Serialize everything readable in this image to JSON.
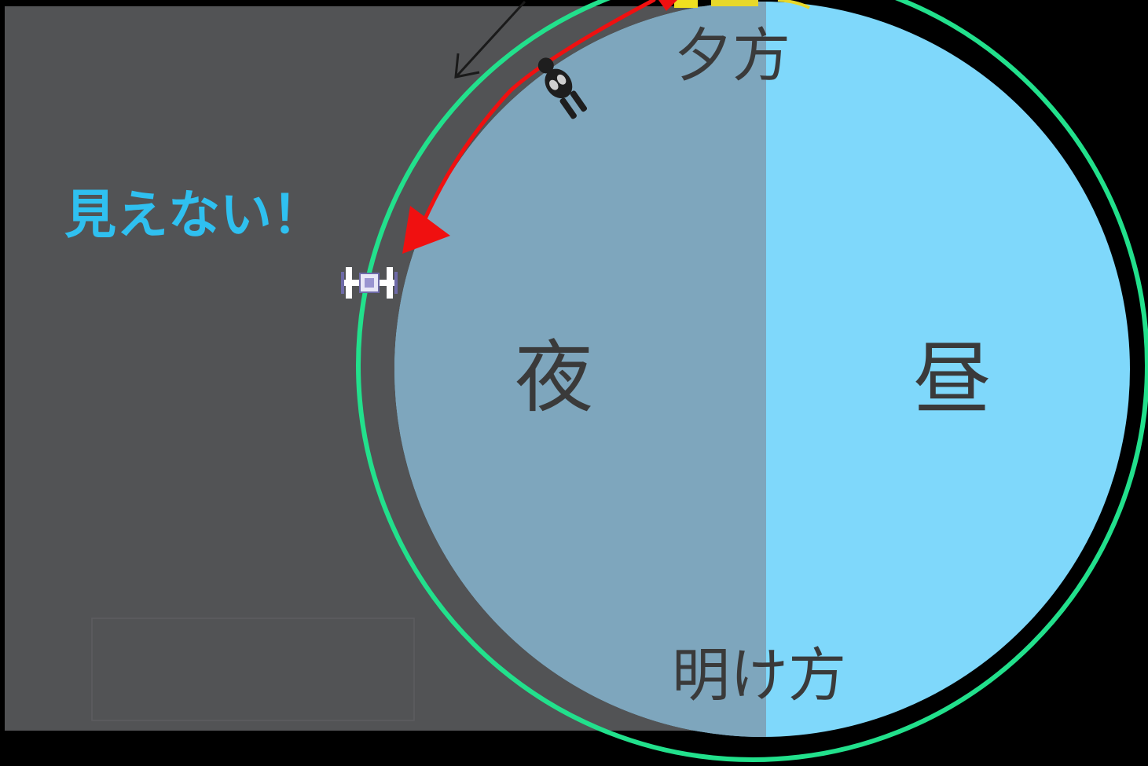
{
  "labels": {
    "evening": "夕方",
    "night": "夜",
    "day": "昼",
    "dawn": "明け方",
    "not_visible": "見えない！"
  },
  "colors": {
    "background": "#000000",
    "shadow_region": "#525355",
    "earth_night": "#7ea6bd",
    "earth_day": "#7fd8fb",
    "orbit": "#22e08c",
    "arrow": "#f01010",
    "warning_text": "#2fc0f0",
    "label_text": "#3a3a3a"
  },
  "icons": {
    "observer": "person-icon",
    "satellite": "space-station-icon"
  }
}
